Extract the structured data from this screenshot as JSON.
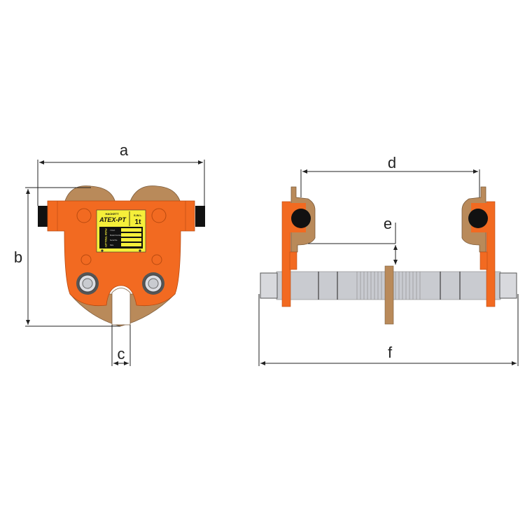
{
  "dimensions": {
    "a": "a",
    "b": "b",
    "c": "c",
    "d": "d",
    "e": "e",
    "f": "f"
  },
  "plate": {
    "brand": "HACKETT",
    "model": "ATEX-PT",
    "swl_label": "S.W.L.",
    "swl_value": "1t",
    "type": "PUSH TROLLEY",
    "fields": [
      "Y.O.M.",
      "Model Number",
      "Serial No.",
      "Date"
    ]
  },
  "colors": {
    "body": "#f26a21",
    "casting": "#b98a5a",
    "shaft": "#c9cbd0",
    "plate": "#f5ef3a",
    "wheel": "#111111"
  }
}
